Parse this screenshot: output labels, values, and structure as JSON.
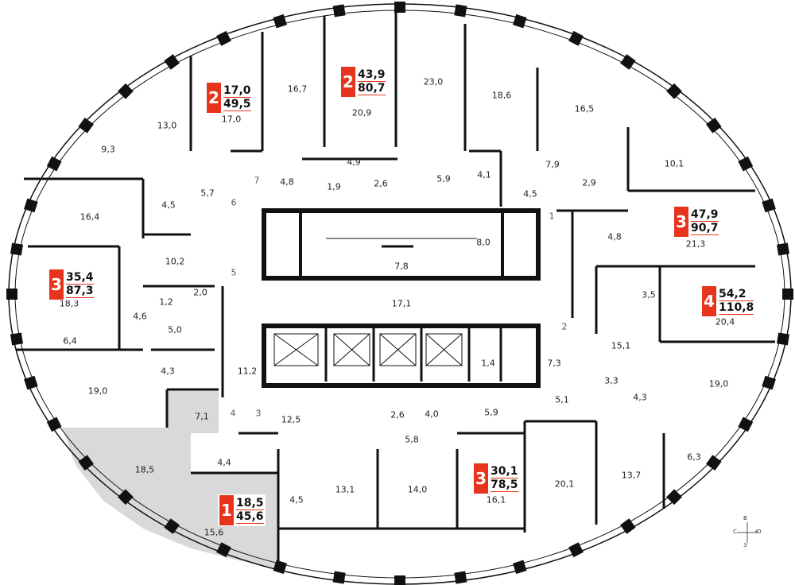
{
  "apartments": [
    {
      "id": "apt-1",
      "rooms": "1",
      "living": "18,5",
      "total": "45,6"
    },
    {
      "id": "apt-2a",
      "rooms": "2",
      "living": "17,0",
      "total": "49,5"
    },
    {
      "id": "apt-2b",
      "rooms": "2",
      "living": "43,9",
      "total": "80,7"
    },
    {
      "id": "apt-3a",
      "rooms": "3",
      "living": "35,4",
      "total": "87,3"
    },
    {
      "id": "apt-3b",
      "rooms": "3",
      "living": "47,9",
      "total": "90,7"
    },
    {
      "id": "apt-3c",
      "rooms": "3",
      "living": "30,1",
      "total": "78,5"
    },
    {
      "id": "apt-4",
      "rooms": "4",
      "living": "54,2",
      "total": "110,8"
    }
  ],
  "room_areas": [
    "17,0",
    "16,7",
    "20,9",
    "23,0",
    "18,6",
    "16,5",
    "13,0",
    "9,3",
    "10,1",
    "4,8",
    "4,9",
    "1,9",
    "2,6",
    "5,9",
    "4,1",
    "7,9",
    "4,5",
    "2,9",
    "16,4",
    "5,7",
    "4,5",
    "8,0",
    "4,8",
    "21,3",
    "10,2",
    "7,8",
    "3,5",
    "20,4",
    "18,3",
    "2,0",
    "1,2",
    "4,6",
    "5,0",
    "17,1",
    "6,4",
    "4,3",
    "11,2",
    "1,4",
    "7,3",
    "15,1",
    "19,0",
    "19,0",
    "3,3",
    "4,3",
    "5,1",
    "7,1",
    "12,5",
    "2,6",
    "4,0",
    "5,9",
    "5,8",
    "18,5",
    "4,4",
    "4,5",
    "13,1",
    "14,0",
    "16,1",
    "20,1",
    "13,7",
    "6,3",
    "15,6"
  ],
  "door_numbers": [
    "1",
    "2",
    "3",
    "4",
    "5",
    "6",
    "7"
  ],
  "compass": {
    "north": "С",
    "east": "В",
    "south": "Ю",
    "west": "З"
  },
  "colors": {
    "highlight_fill": "#d9d9d9",
    "wall": "#111111",
    "accent": "#e8341c"
  }
}
